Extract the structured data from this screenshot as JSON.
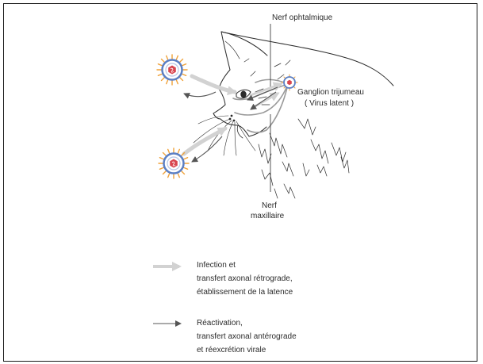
{
  "labels": {
    "nerf_ophtalmique": "Nerf ophtalmique",
    "ganglion_line1": "Ganglion trijumeau",
    "ganglion_line2": "( Virus latent )",
    "nerf_maxillaire_line1": "Nerf",
    "nerf_maxillaire_line2": "maxillaire"
  },
  "legend": {
    "infection": {
      "line1": "Infection et",
      "line2": "transfert axonal rétrograde,",
      "line3": "établissement de la latence"
    },
    "reactivation": {
      "line1": "Réactivation,",
      "line2": "transfert axonal antérograde",
      "line3": "et réexcrétion virale"
    }
  },
  "colors": {
    "infection_arrow": "#d2d2d2",
    "reactivation_arrow": "#555555",
    "virus_envelope": "#5b7fc4",
    "virus_spikes": "#f0a23a",
    "virus_core": "#d8454f",
    "outline": "#2b2b2b"
  }
}
